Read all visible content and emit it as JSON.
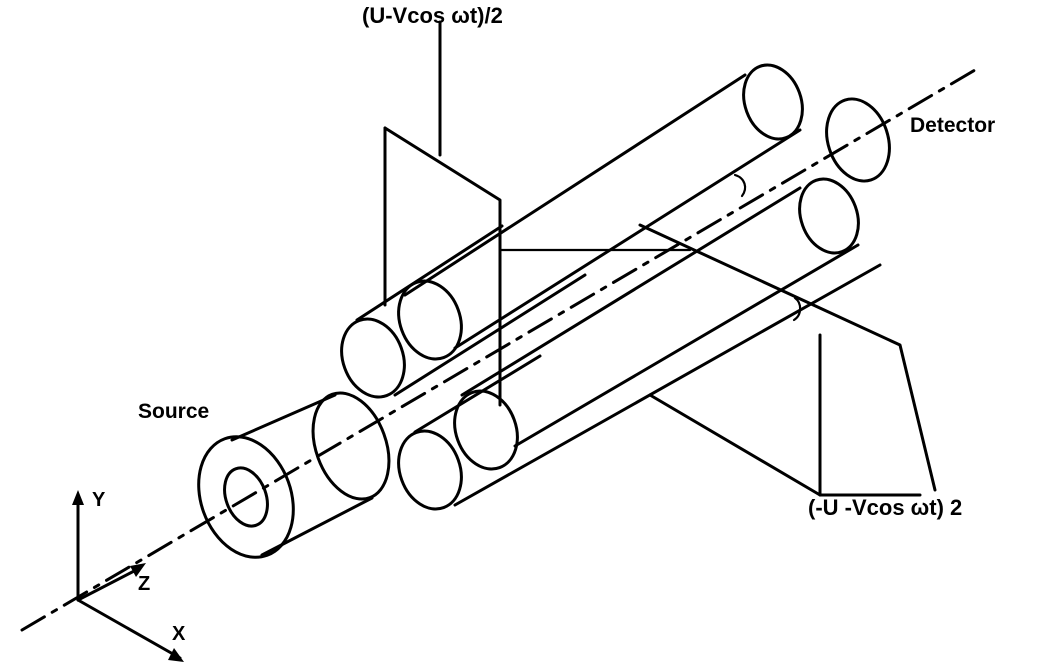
{
  "labels": {
    "top_voltage": "(U-Vcos ωt)/2",
    "bottom_voltage": "(-U -Vcos ωt) 2",
    "detector": "Detector",
    "source": "Source",
    "axis_y": "Y",
    "axis_z": "Z",
    "axis_x": "X"
  }
}
